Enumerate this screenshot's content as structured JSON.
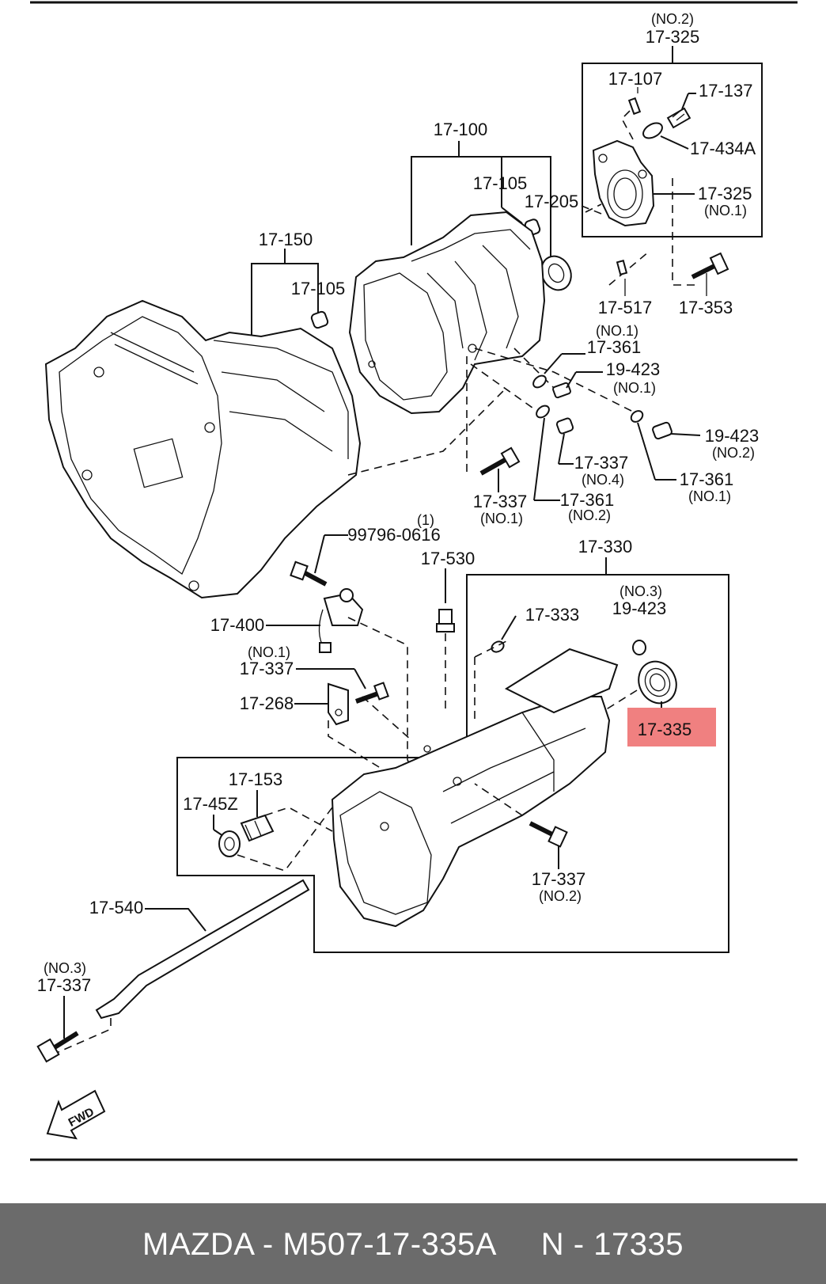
{
  "labels": {
    "l17_325_no2_q": "(NO.2)",
    "l17_325_no2": "17-325",
    "l17_107": "17-107",
    "l17_137": "17-137",
    "l17_434A": "17-434A",
    "l17_325_no1": "17-325",
    "l17_325_no1_q": "(NO.1)",
    "l17_517": "17-517",
    "l17_353": "17-353",
    "l17_100": "17-100",
    "l17_105a": "17-105",
    "l17_205": "17-205",
    "l17_150": "17-150",
    "l17_105b": "17-105",
    "l17_361_no1a_q": "(NO.1)",
    "l17_361_no1a": "17-361",
    "l19_423_no1": "19-423",
    "l19_423_no1_q": "(NO.1)",
    "l19_423_no2": "19-423",
    "l19_423_no2_q": "(NO.2)",
    "l17_337_no4": "17-337",
    "l17_337_no4_q": "(NO.4)",
    "l17_361_no1b": "17-361",
    "l17_361_no1b_q": "(NO.1)",
    "l17_337_no1a": "17-337",
    "l17_337_no1a_q": "(NO.1)",
    "l17_361_no2": "17-361",
    "l17_361_no2_q": "(NO.2)",
    "l99796_q": "(1)",
    "l99796": "99796-0616",
    "l17_530": "17-530",
    "l17_330": "17-330",
    "l17_400": "17-400",
    "l17_333": "17-333",
    "l19_423_no3_q": "(NO.3)",
    "l19_423_no3": "19-423",
    "l17_337_no1b_q": "(NO.1)",
    "l17_337_no1b": "17-337",
    "l17_268": "17-268",
    "l17_335": "17-335",
    "l17_153": "17-153",
    "l17_45Z": "17-45Z",
    "l17_337_no2": "17-337",
    "l17_337_no2_q": "(NO.2)",
    "l17_540": "17-540",
    "l17_337_no3_q": "(NO.3)",
    "l17_337_no3": "17-337",
    "fwd": "FWD"
  },
  "highlight": {
    "part": "17-335",
    "color": "#f08080"
  },
  "footer": {
    "text": "MAZDA - M507-17-335A     N - 17335",
    "background": "#6b6b6b"
  }
}
